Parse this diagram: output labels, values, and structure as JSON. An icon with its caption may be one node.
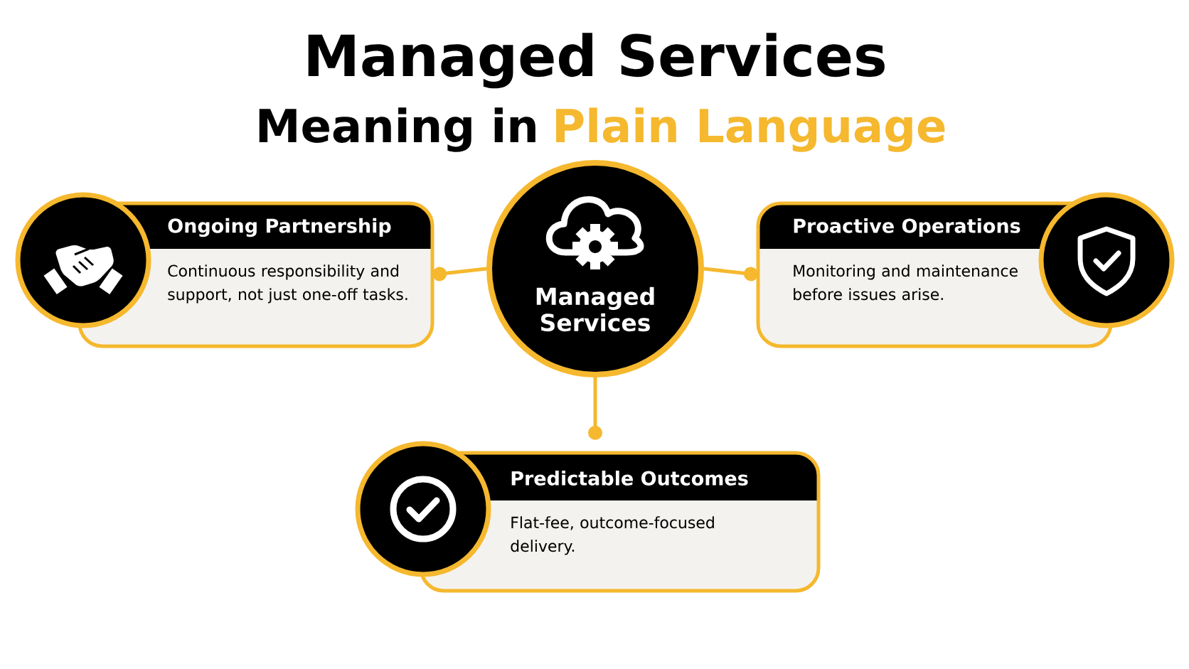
{
  "diagram": {
    "title": "Managed Services",
    "nodes": [
      {
        "text": [
          "Managed Services"
        ]
      },
      {
        "text": [
          "Ongoing Partnership",
          "Continuous responsibility and support, not just one-off tasks."
        ]
      },
      {
        "text": [
          "Proactive Operations",
          "Monitoring and maintenance before issues arise."
        ]
      },
      {
        "text": [
          "Predictable Outcomes",
          "Flat-fee, outcome-focused delivery."
        ]
      }
    ],
    "edges": [
      {
        "from": 0,
        "to": 1,
        "arrow": "other"
      },
      {
        "from": 0,
        "to": 2,
        "arrow": "other"
      },
      {
        "from": 0,
        "to": 3,
        "arrow": "other"
      }
    ],
    "labels": [
      "Meaning in",
      "Plain Language"
    ]
  }
}
